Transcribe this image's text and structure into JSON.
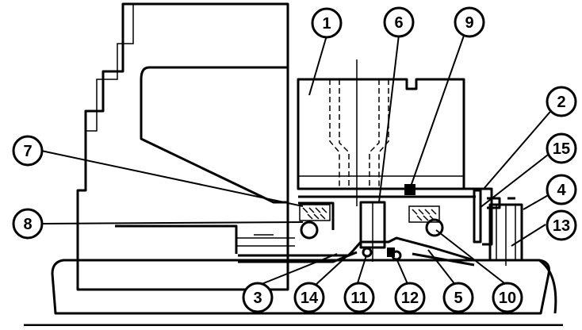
{
  "figure": {
    "callouts": [
      {
        "label": "1"
      },
      {
        "label": "6"
      },
      {
        "label": "9"
      },
      {
        "label": "2"
      },
      {
        "label": "15"
      },
      {
        "label": "4"
      },
      {
        "label": "13"
      },
      {
        "label": "7"
      },
      {
        "label": "8"
      },
      {
        "label": "3"
      },
      {
        "label": "14"
      },
      {
        "label": "11"
      },
      {
        "label": "12"
      },
      {
        "label": "5"
      },
      {
        "label": "10"
      }
    ]
  }
}
